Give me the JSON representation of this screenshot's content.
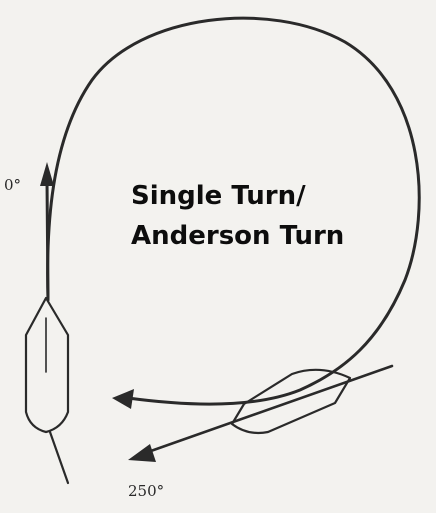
{
  "heading": {
    "line1": "Single Turn/",
    "line2": "Anderson Turn"
  },
  "labels": {
    "start_heading": "0°",
    "final_heading": "250°"
  }
}
